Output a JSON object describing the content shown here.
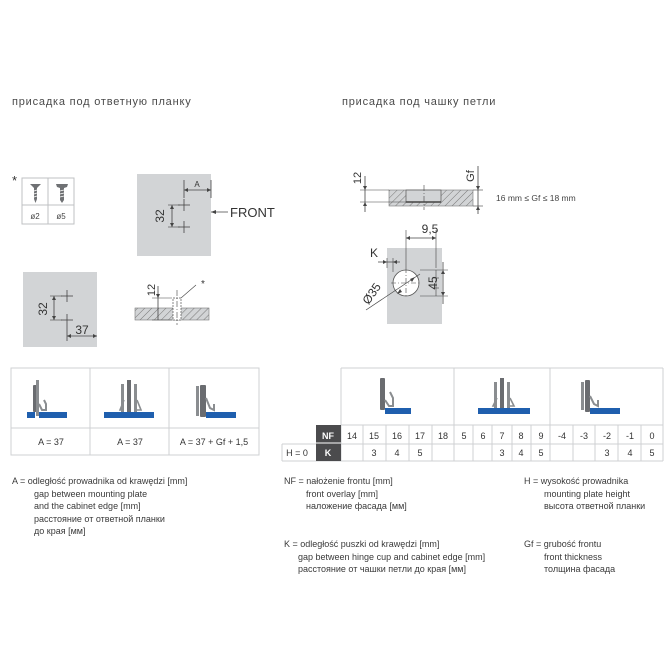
{
  "titles": {
    "left": "присадка под ответную планку",
    "right": "присадка под чашку петли"
  },
  "screws": {
    "asterisk": "*",
    "sizes": [
      "ø2",
      "ø5"
    ]
  },
  "plate_top": {
    "a_label": "A",
    "dim_32": "32",
    "front_label": "FRONT"
  },
  "plate_bottom": {
    "dim_32": "32",
    "dim_37": "37"
  },
  "section_left": {
    "dim_12": "12",
    "asterisk": "*"
  },
  "hinge_section": {
    "dim_12": "12",
    "gf_label": "Gf",
    "gf_range": "16 mm ≤ Gf ≤ 18 mm"
  },
  "hinge_plan": {
    "dim_95": "9,5",
    "k_label": "K",
    "dim_35": "Ø35",
    "dim_45": "45"
  },
  "table_left": {
    "formulas": [
      "A = 37",
      "A = 37",
      "A = 37 + Gf + 1,5"
    ]
  },
  "table_right": {
    "nf_label": "NF",
    "k_label": "K",
    "h_label": "H = 0",
    "nf_values": [
      "14",
      "15",
      "16",
      "17",
      "18",
      "5",
      "6",
      "7",
      "8",
      "9",
      "-4",
      "-3",
      "-2",
      "-1",
      "0"
    ],
    "k_values": [
      "",
      "3",
      "4",
      "5",
      "",
      "",
      "",
      "3",
      "4",
      "5",
      "",
      "",
      "3",
      "4",
      "5"
    ]
  },
  "legend": {
    "a": {
      "line1": "A = odległość prowadnika od krawędzi [mm]",
      "line2": "gap between mounting plate",
      "line3": "and the cabinet edge [mm]",
      "line4": "расстояние от ответной планки",
      "line5": "до края [мм]"
    },
    "nf": {
      "line1": "NF = nałożenie frontu [mm]",
      "line2": "front overlay [mm]",
      "line3": "наложение фасада [мм]"
    },
    "k": {
      "line1": "K = odległość puszki od krawędzi [mm]",
      "line2": "gap between hinge cup and cabinet edge [mm]",
      "line3": "расстояние от чашки петли до края [мм]"
    },
    "h": {
      "line1": "H = wysokość prowadnika",
      "line2": "mounting plate height",
      "line3": "высота ответной планки"
    },
    "gf": {
      "line1": "Gf = grubość frontu",
      "line2": "front thickness",
      "line3": "толщина фасада"
    }
  },
  "colors": {
    "panel_gray": "#d2d4d6",
    "line_gray": "#8a8d90",
    "hinge_blue": "#1f5fae",
    "dark_header": "#4b4b4d"
  }
}
